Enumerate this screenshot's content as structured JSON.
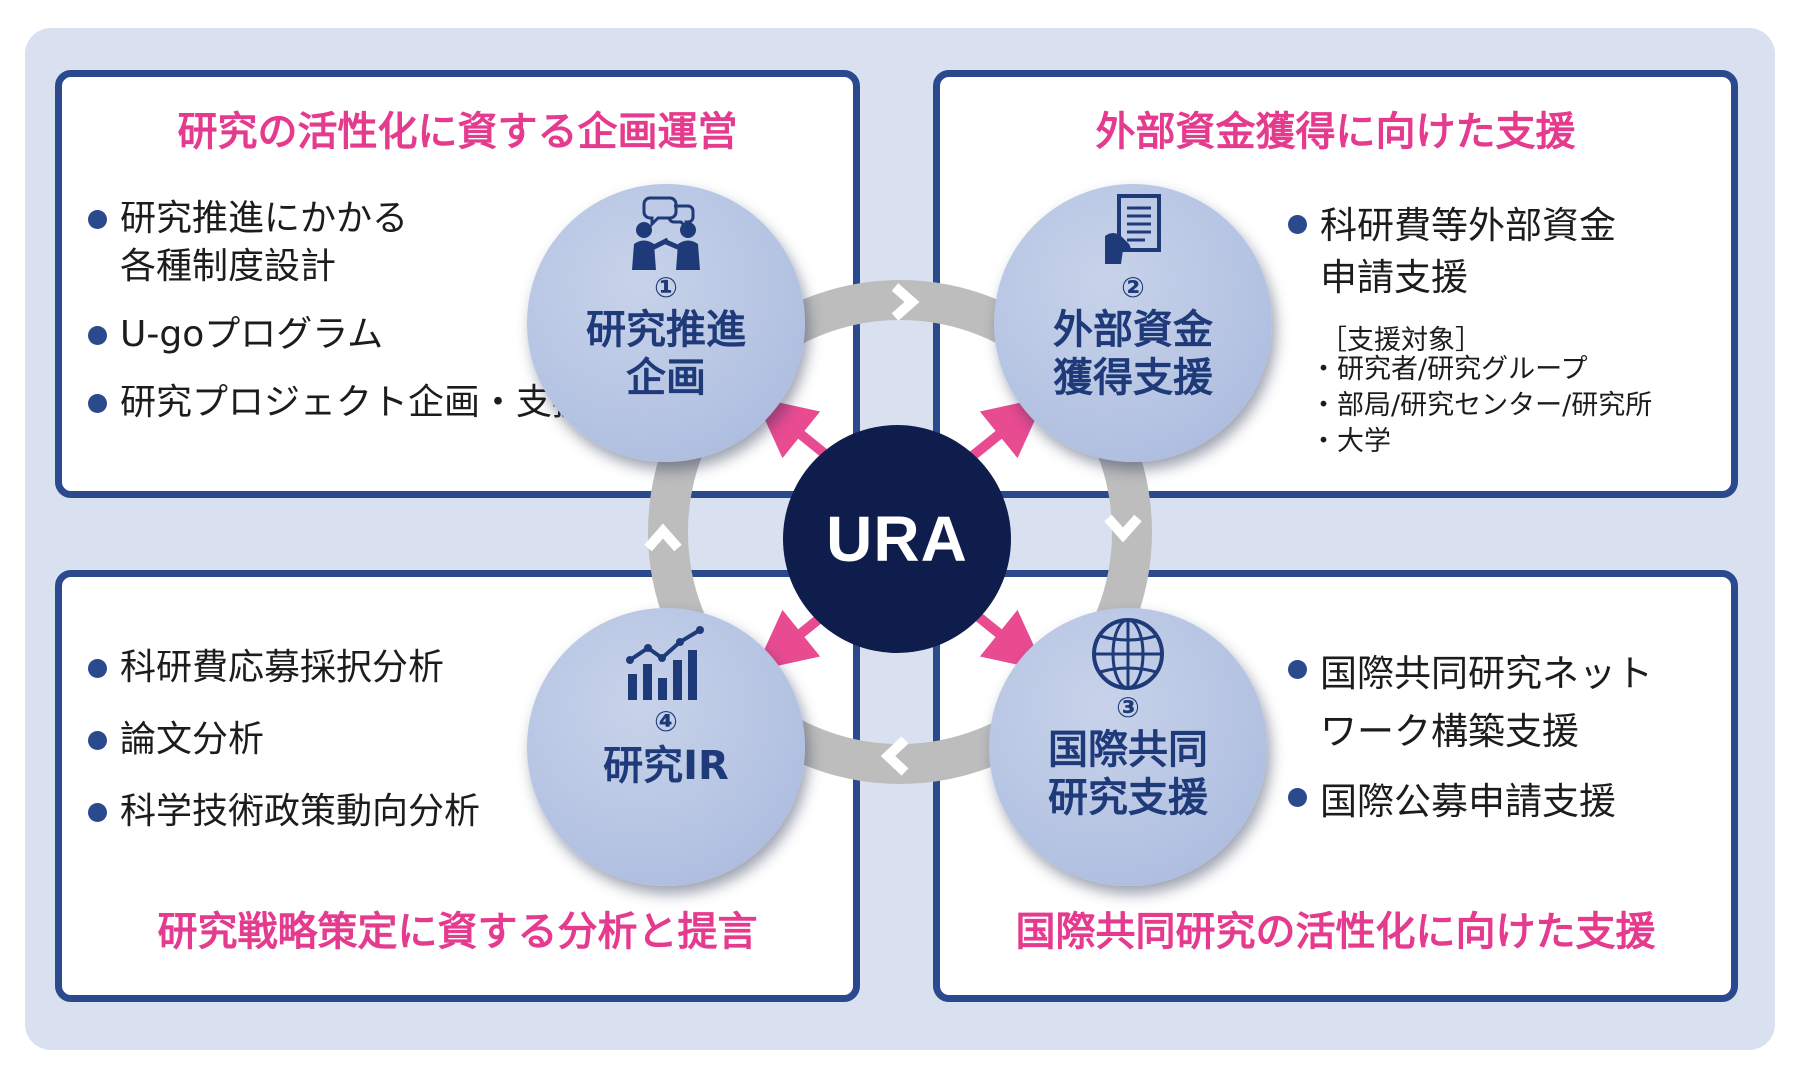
{
  "center": {
    "label": "URA"
  },
  "quadrants": {
    "top_left": {
      "title": "研究の活性化に資する企画運営",
      "bullets": [
        "研究推進にかかる\n各種制度設計",
        "U-goプログラム",
        "研究プロジェクト企画・支援"
      ]
    },
    "top_right": {
      "title": "外部資金獲得に向けた支援",
      "bullets": [
        "科研費等外部資金\n申請支援"
      ],
      "targets_heading": "［支援対象］",
      "targets": [
        "・研究者/研究グループ",
        "・部局/研究センター/研究所",
        "・大学"
      ]
    },
    "bottom_left": {
      "title": "研究戦略策定に資する分析と提言",
      "bullets": [
        "科研費応募採択分析",
        "論文分析",
        "科学技術政策動向分析"
      ]
    },
    "bottom_right": {
      "title": "国際共同研究の活性化に向けた支援",
      "bullets": [
        "国際共同研究ネット\nワーク構築支援",
        "国際公募申請支援"
      ]
    }
  },
  "nodes": [
    {
      "number": "①",
      "label": "研究推進\n企画",
      "icon": "people-discussion-icon"
    },
    {
      "number": "②",
      "label": "外部資金\n獲得支援",
      "icon": "document-hand-icon"
    },
    {
      "number": "③",
      "label": "国際共同\n研究支援",
      "icon": "globe-icon"
    },
    {
      "number": "④",
      "label": "研究IR",
      "icon": "bar-chart-trend-icon"
    }
  ],
  "colors": {
    "background": "#d9e1f1",
    "panel_border": "#2b4a8d",
    "title_pink": "#e53b8e",
    "node_fill": "#b3c2e2",
    "node_text": "#1f3a78",
    "center_fill": "#0f1d4d",
    "ring": "#bdbdbd",
    "arrow_pink": "#e94b91"
  }
}
